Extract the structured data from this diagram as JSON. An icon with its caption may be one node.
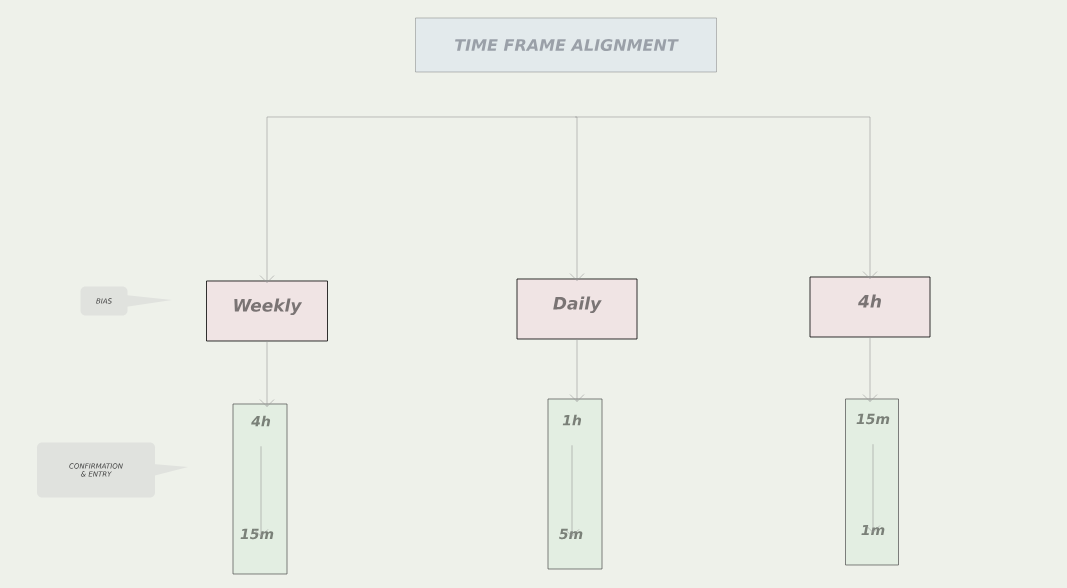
{
  "diagram": {
    "nodes": [
      {
        "text": [
          "TIME FRAME ALIGNMENT"
        ]
      },
      {
        "text": [
          "BIAS"
        ]
      },
      {
        "text": [
          "Weekly"
        ]
      },
      {
        "text": [
          "Daily"
        ]
      },
      {
        "text": [
          "4h"
        ]
      },
      {
        "text": [
          "CONFIRMATION & ENTRY"
        ]
      },
      {
        "text": [],
        "shape": "box"
      },
      {
        "text": [
          "4h"
        ],
        "in": 6
      },
      {
        "text": [
          "15m"
        ],
        "in": 6
      },
      {
        "text": [],
        "shape": "box"
      },
      {
        "text": [
          "1h"
        ],
        "in": 9
      },
      {
        "text": [
          "5m"
        ],
        "in": 9
      },
      {
        "text": [],
        "shape": "box"
      },
      {
        "text": [
          "15m"
        ],
        "in": 12
      },
      {
        "text": [
          "1m"
        ],
        "in": 12
      }
    ],
    "edges": [
      {
        "from": null,
        "to": 2,
        "arrow": "to"
      },
      {
        "from": null,
        "to": 3,
        "arrow": "to"
      },
      {
        "from": null,
        "to": 4,
        "arrow": "to"
      },
      {
        "from": 2,
        "to": 6,
        "arrow": "to"
      },
      {
        "from": 3,
        "to": 9,
        "arrow": "to"
      },
      {
        "from": 4,
        "to": 12,
        "arrow": "to"
      },
      {
        "from": 7,
        "to": 8,
        "arrow": "to"
      },
      {
        "from": 10,
        "to": 11,
        "arrow": "to"
      },
      {
        "from": 13,
        "to": 14,
        "arrow": "to"
      }
    ]
  }
}
